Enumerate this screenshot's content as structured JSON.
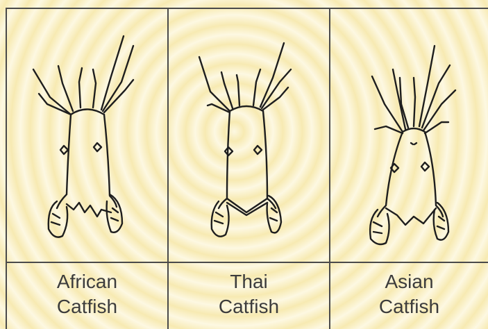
{
  "columns": [
    {
      "line1": "African",
      "line2": "Catfish"
    },
    {
      "line1": "Thai",
      "line2": "Catfish"
    },
    {
      "line1": "Asian",
      "line2": "Catfish"
    }
  ]
}
